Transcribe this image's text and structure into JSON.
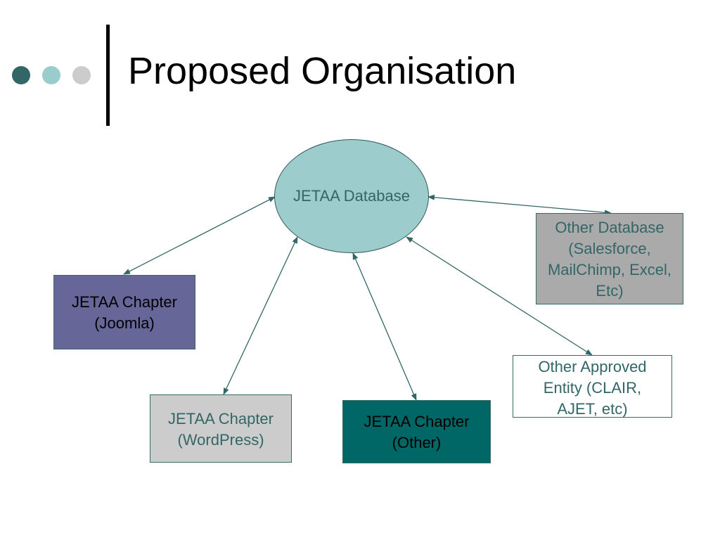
{
  "slide": {
    "title": "Proposed Organisation"
  },
  "colors": {
    "dot_dark": "#336666",
    "dot_mid": "#99cccc",
    "dot_light": "#cccccc",
    "connector": "#336666",
    "database_fill": "#9ccccc",
    "joomla_fill": "#666699",
    "wordpress_fill": "#cccccc",
    "other_chapter_fill": "#006666",
    "other_database_fill": "#aaaaaa",
    "approved_entity_fill": "#ffffff",
    "muted_text": "#336666",
    "dark_text": "#000000"
  },
  "diagram": {
    "nodes": {
      "database": {
        "label": "JETAA Database"
      },
      "joomla": {
        "label": "JETAA Chapter\n(Joomla)"
      },
      "wordpress": {
        "label": "JETAA Chapter\n(WordPress)"
      },
      "other_chapter": {
        "label": "JETAA Chapter\n(Other)"
      },
      "other_database": {
        "label": "Other Database\n(Salesforce,\nMailChimp, Excel,\nEtc)"
      },
      "approved_entity": {
        "label": "Other Approved\nEntity (CLAIR,\nAJET, etc)"
      }
    },
    "connections": [
      {
        "from": "database",
        "to": "joomla",
        "direction": "both"
      },
      {
        "from": "database",
        "to": "wordpress",
        "direction": "both"
      },
      {
        "from": "database",
        "to": "other_chapter",
        "direction": "both"
      },
      {
        "from": "database",
        "to": "approved_entity",
        "direction": "both"
      },
      {
        "from": "database",
        "to": "other_database",
        "direction": "both"
      }
    ]
  }
}
